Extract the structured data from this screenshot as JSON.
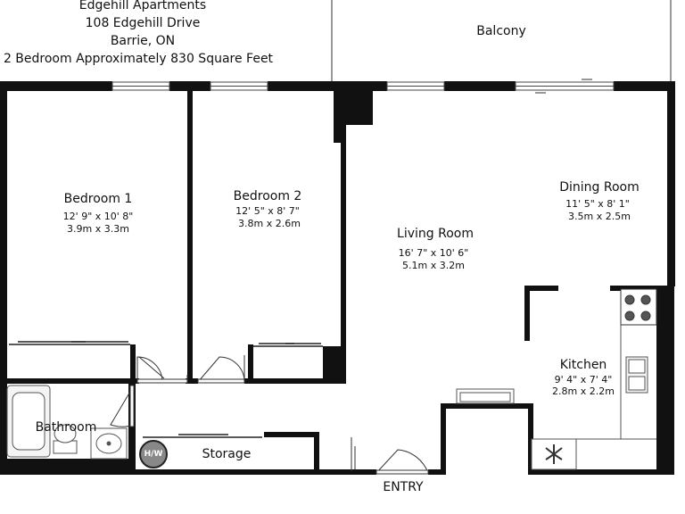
{
  "header": {
    "title": "Edgehill Apartments",
    "address": "108 Edgehill Drive",
    "city": "Barrie, ON",
    "unit": "2 Bedroom Approximately 830 Square Feet"
  },
  "rooms": {
    "balcony": {
      "name": "Balcony"
    },
    "bedroom1": {
      "name": "Bedroom 1",
      "imperial": "12' 9\" x 10' 8\"",
      "metric": "3.9m x 3.3m"
    },
    "bedroom2": {
      "name": "Bedroom 2",
      "imperial": "12' 5\" x 8' 7\"",
      "metric": "3.8m x 2.6m"
    },
    "living": {
      "name": "Living Room",
      "imperial": "16' 7\" x 10' 6\"",
      "metric": "5.1m x 3.2m"
    },
    "dining": {
      "name": "Dining Room",
      "imperial": "11' 5\" x 8' 1\"",
      "metric": "3.5m x 2.5m"
    },
    "kitchen": {
      "name": "Kitchen",
      "imperial": "9' 4\" x 7' 4\"",
      "metric": "2.8m x 2.2m"
    },
    "bathroom": {
      "name": "Bathroom"
    },
    "storage": {
      "name": "Storage"
    },
    "entry": {
      "name": "ENTRY"
    }
  },
  "fixtures": {
    "water_heater": "H/W"
  }
}
